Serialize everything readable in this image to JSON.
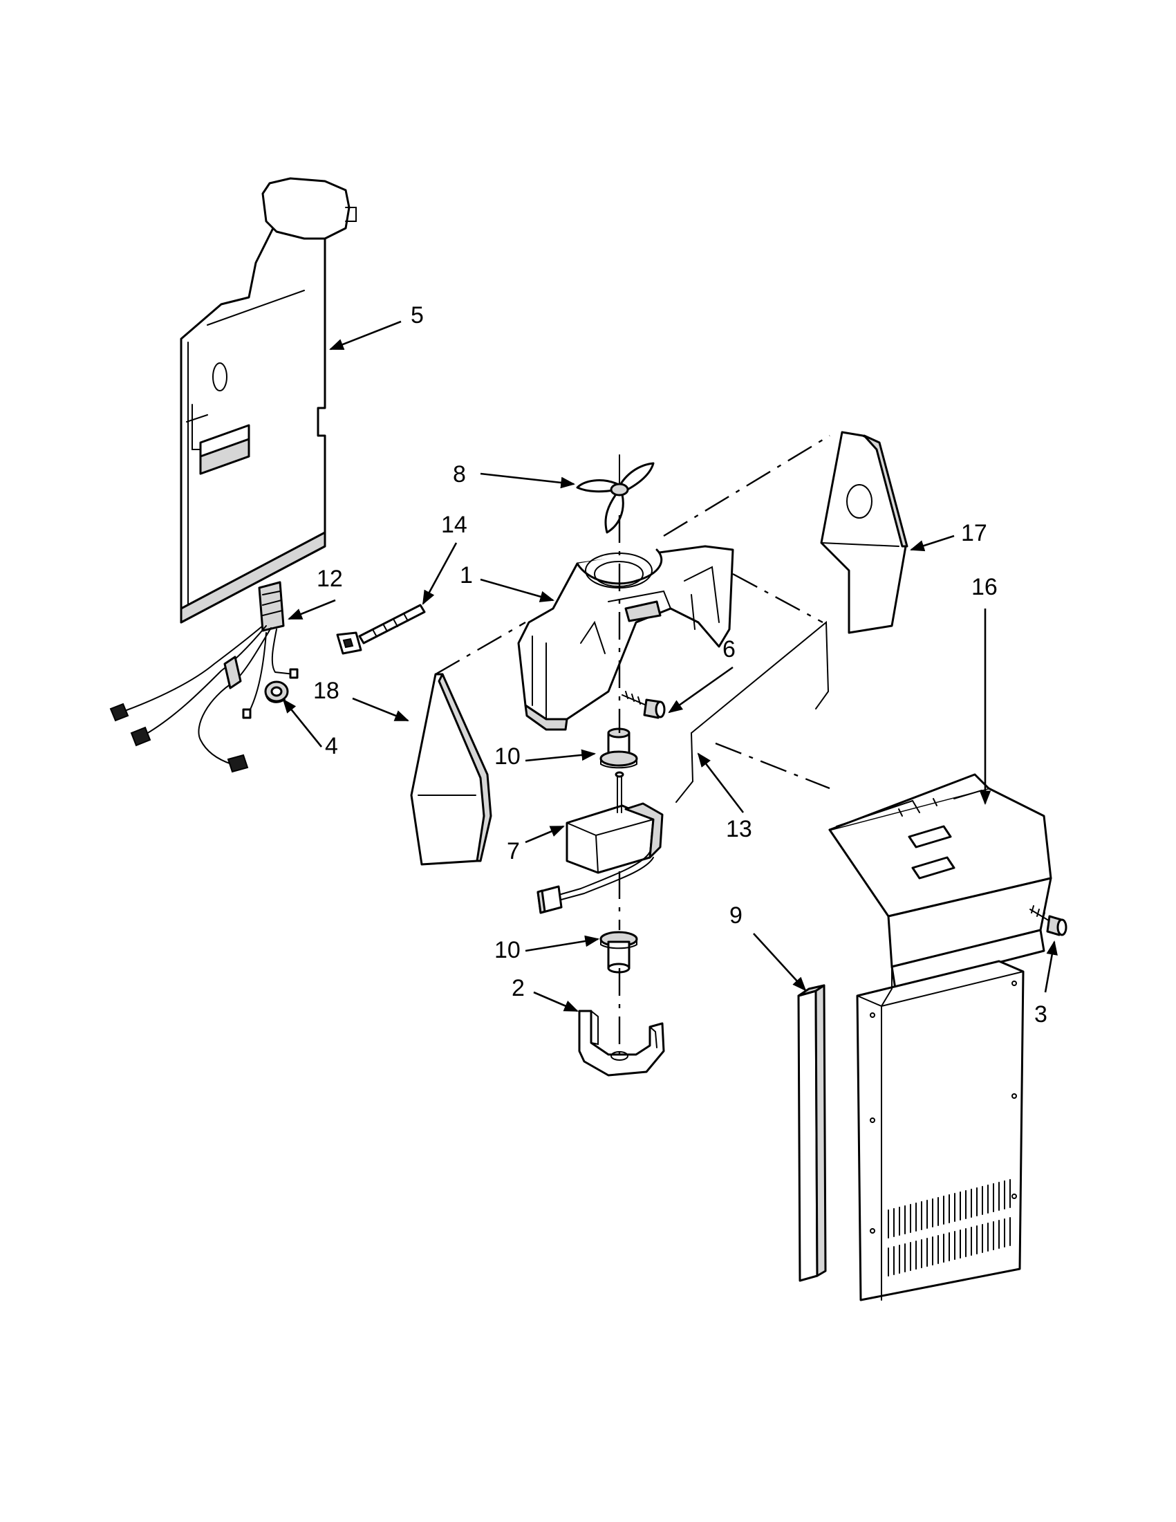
{
  "callouts": {
    "p1": "1",
    "p2": "2",
    "p3": "3",
    "p4": "4",
    "p5": "5",
    "p6": "6",
    "p7": "7",
    "p8": "8",
    "p9": "9",
    "p10a": "10",
    "p10b": "10",
    "p12": "12",
    "p13": "13",
    "p14": "14",
    "p16": "16",
    "p17": "17",
    "p18": "18"
  }
}
